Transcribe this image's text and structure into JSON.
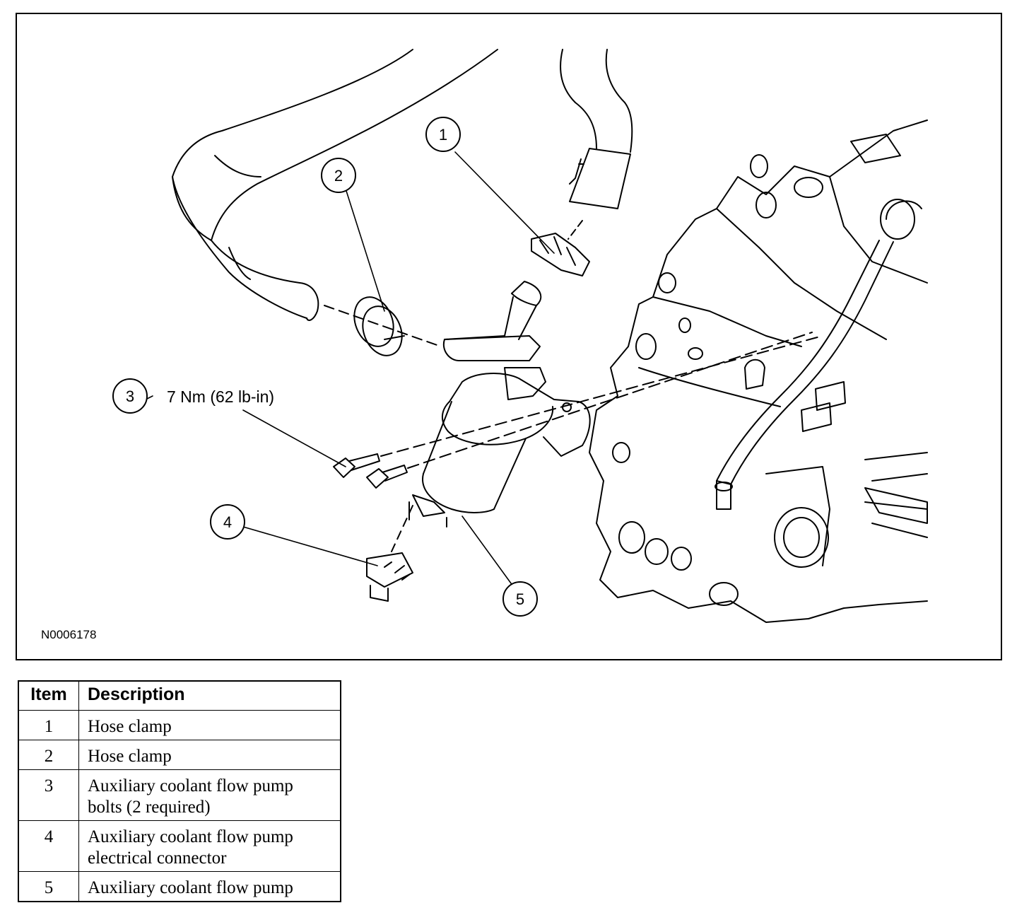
{
  "figure": {
    "id_label": "N0006178",
    "callouts": [
      {
        "number": "1"
      },
      {
        "number": "2"
      },
      {
        "number": "3",
        "torque": "7 Nm (62 lb-in)"
      },
      {
        "number": "4"
      },
      {
        "number": "5"
      }
    ]
  },
  "legend": {
    "headers": {
      "item": "Item",
      "description": "Description"
    },
    "rows": [
      {
        "item": "1",
        "description": "Hose clamp"
      },
      {
        "item": "2",
        "description": "Hose clamp"
      },
      {
        "item": "3",
        "description": "Auxiliary coolant flow pump bolts (2 required)"
      },
      {
        "item": "4",
        "description": "Auxiliary coolant flow pump electrical connector"
      },
      {
        "item": "5",
        "description": "Auxiliary coolant flow pump"
      }
    ]
  }
}
